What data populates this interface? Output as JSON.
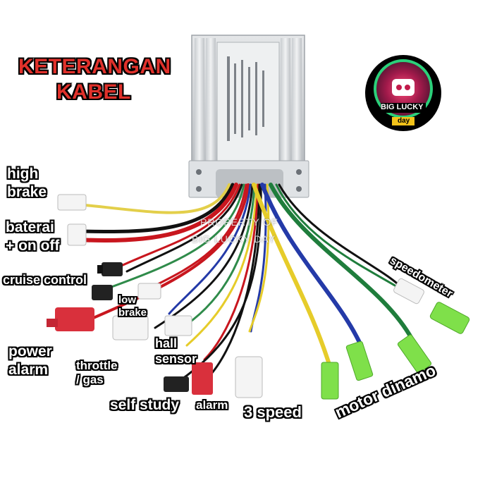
{
  "title": {
    "line1": "KETERANGAN",
    "line2": "KABEL"
  },
  "labels": {
    "high_brake_1": "high",
    "high_brake_2": "brake",
    "baterai_1": "baterai",
    "baterai_2": "+ on off",
    "cruise_control": "cruise control",
    "low_brake_1": "low",
    "low_brake_2": "brake",
    "power_alarm_1": "power",
    "power_alarm_2": "alarm",
    "throttle_1": "throttle",
    "throttle_2": "/ gas",
    "hall_sensor_1": "hall",
    "hall_sensor_2": "sensor",
    "self_study": "self study",
    "alarm": "alarm",
    "three_speed": "3 speed",
    "motor_dinamo": "motor dinamo",
    "speedometer": "speedometer"
  },
  "watermark": {
    "line1": "PROPERTY OF",
    "line2": "BIG LUCKY DAY"
  },
  "logo": {
    "text1": "BIG LUCKY",
    "text2": "day"
  },
  "colors": {
    "title_red": "#e0312b",
    "wire_red": "#c8161e",
    "wire_green": "#1f7d3c",
    "wire_blue": "#243aa8",
    "wire_yellow": "#e6cc2a",
    "connector_green": "#7fe04a",
    "housing_silver": "#d9dcdf"
  }
}
